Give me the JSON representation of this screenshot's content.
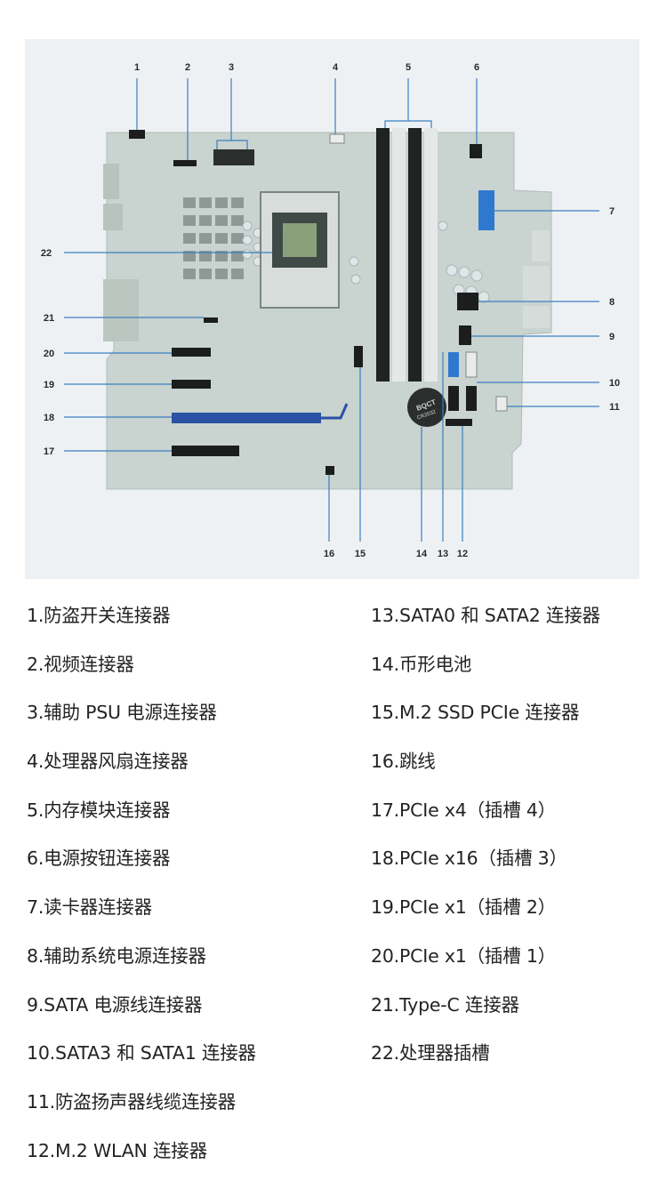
{
  "callouts": [
    {
      "id": "1",
      "label": "防盗开关连接器"
    },
    {
      "id": "2",
      "label": "视频连接器"
    },
    {
      "id": "3",
      "label": "辅助 PSU 电源连接器"
    },
    {
      "id": "4",
      "label": "处理器风扇连接器"
    },
    {
      "id": "5",
      "label": "内存模块连接器"
    },
    {
      "id": "6",
      "label": "电源按钮连接器"
    },
    {
      "id": "7",
      "label": "读卡器连接器"
    },
    {
      "id": "8",
      "label": "辅助系统电源连接器"
    },
    {
      "id": "9",
      "label": "SATA 电源线连接器"
    },
    {
      "id": "10",
      "label": "SATA3 和 SATA1 连接器"
    },
    {
      "id": "11",
      "label": "防盗扬声器线缆连接器"
    },
    {
      "id": "12",
      "label": "M.2 WLAN 连接器"
    },
    {
      "id": "13",
      "label": "SATA0 和 SATA2 连接器"
    },
    {
      "id": "14",
      "label": "币形电池"
    },
    {
      "id": "15",
      "label": "M.2 SSD PCIe 连接器"
    },
    {
      "id": "16",
      "label": "跳线"
    },
    {
      "id": "17",
      "label": "PCIe x4（插槽 4）"
    },
    {
      "id": "18",
      "label": "PCIe x16（插槽 3）"
    },
    {
      "id": "19",
      "label": "PCIe x1（插槽 2）"
    },
    {
      "id": "20",
      "label": "PCIe x1（插槽 1）"
    },
    {
      "id": "21",
      "label": "Type-C 连接器"
    },
    {
      "id": "22",
      "label": "处理器插槽"
    }
  ],
  "legend": {
    "left": [
      "1.防盗开关连接器",
      "2.视频连接器",
      "3.辅助 PSU 电源连接器",
      "4.处理器风扇连接器",
      "5.内存模块连接器",
      "6.电源按钮连接器",
      "7.读卡器连接器",
      "8.辅助系统电源连接器",
      "9.SATA 电源线连接器",
      "10.SATA3 和 SATA1 连接器",
      "11.防盗扬声器线缆连接器",
      "12.M.2 WLAN 连接器"
    ],
    "right": [
      "13.SATA0 和 SATA2 连接器",
      "14.币形电池",
      "15.M.2 SSD PCIe 连接器",
      "16.跳线",
      "17.PCIe x4（插槽 4）",
      "18.PCIe x16（插槽 3）",
      "19.PCIe x1（插槽 2）",
      "20.PCIe x1（插槽 1）",
      "21.Type-C 连接器",
      "22.处理器插槽"
    ]
  },
  "battery_marking": {
    "brand": "BQCT",
    "model": "CR2032"
  },
  "colors": {
    "panel": "#eef1f3",
    "board": "#c9d3cf",
    "callout_line": "#3a7fc1",
    "pcie_x16": "#2b52a4",
    "sata": "#2f78d0"
  }
}
